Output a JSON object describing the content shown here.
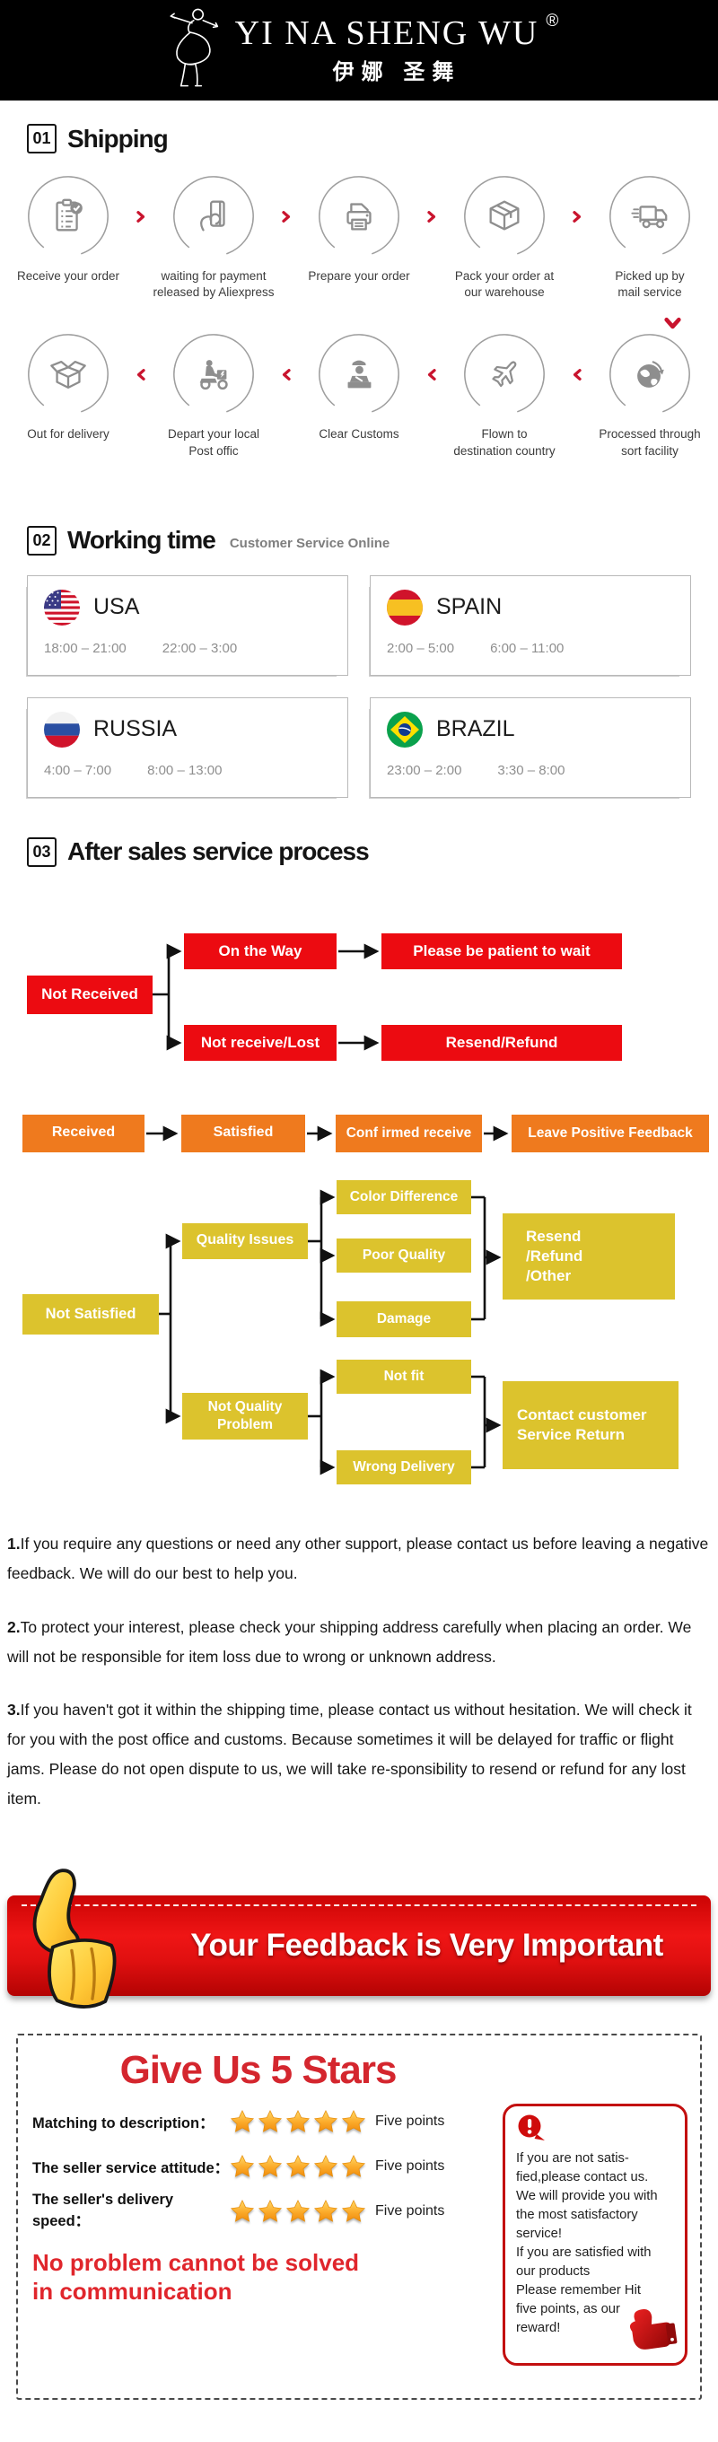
{
  "brand": {
    "name": "YI NA SHENG WU",
    "reg": "®",
    "cn": "伊娜 圣舞"
  },
  "shipping": {
    "num": "01",
    "title": "Shipping",
    "row1": [
      {
        "label": "Receive your order",
        "icon": "order-checklist-icon"
      },
      {
        "label": "waiting for payment\nreleased by Aliexpress",
        "icon": "payment-card-icon"
      },
      {
        "label": "Prepare your order",
        "icon": "printer-icon"
      },
      {
        "label": "Pack your order at\nour warehouse",
        "icon": "package-box-icon"
      },
      {
        "label": "Picked up by\nmail service",
        "icon": "delivery-truck-icon"
      }
    ],
    "row2": [
      {
        "label": "Out  for delivery",
        "icon": "open-box-icon"
      },
      {
        "label": "Depart your local\nPost offic",
        "icon": "courier-scooter-icon"
      },
      {
        "label": "Clear Customs",
        "icon": "customs-officer-icon"
      },
      {
        "label": "Flown to\ndestination country",
        "icon": "airplane-icon"
      },
      {
        "label": "Processed through\nsort facility",
        "icon": "globe-icon"
      }
    ]
  },
  "working": {
    "num": "02",
    "title": "Working time",
    "subtitle": "Customer Service Online",
    "cards": [
      {
        "country": "USA",
        "flag": "usa-flag",
        "time1": "18:00 – 21:00",
        "time2": "22:00 – 3:00"
      },
      {
        "country": "SPAIN",
        "flag": "spain-flag",
        "time1": "2:00 – 5:00",
        "time2": "6:00 – 11:00"
      },
      {
        "country": "RUSSIA",
        "flag": "russia-flag",
        "time1": "4:00 – 7:00",
        "time2": "8:00 – 13:00"
      },
      {
        "country": "BRAZIL",
        "flag": "brazil-flag",
        "time1": "23:00 – 2:00",
        "time2": "3:30 – 8:00"
      }
    ]
  },
  "aftersales": {
    "num": "03",
    "title": "After sales service process",
    "red": {
      "not_received": "Not Received",
      "on_the_way": "On the Way",
      "patient": "Please be patient to wait",
      "not_receive_lost": "Not receive/Lost",
      "resend_refund": "Resend/Refund"
    },
    "orange": {
      "received": "Received",
      "satisfied": "Satisfied",
      "confirmed": "Conf irmed receive",
      "leave": "Leave Positive Feedback"
    },
    "yellow": {
      "not_satisfied": "Not Satisfied",
      "quality_issues": "Quality Issues",
      "color_difference": "Color Difference",
      "poor_quality": "Poor Quality",
      "damage": "Damage",
      "resend_other": "Resend\n/Refund\n/Other",
      "not_quality_problem": "Not Quality\nProblem",
      "not_fit": "Not fit",
      "wrong_delivery": "Wrong Delivery",
      "contact_return": "Contact customer\nService Return"
    }
  },
  "paragraphs": [
    {
      "num": "1.",
      "text": "If you require any questions or need any other support, please contact us before leaving a negative feedback. We will do our best to help you."
    },
    {
      "num": "2.",
      "text": "To protect your interest, please check your shipping address carefully when placing an order. We will not be responsible for item loss due to wrong or unknown address."
    },
    {
      "num": "3.",
      "text": "If you haven't got it within the shipping time, please contact us without hesitation. We will check it for you with the post office and customs. Because sometimes it will be delayed for traffic or flight jams. Please do not open dispute to us, we will take re-sponsibility to resend or refund for any lost item."
    }
  ],
  "banner": {
    "text": "Your Feedback is Very Important"
  },
  "feedback": {
    "title": "Give Us 5 Stars",
    "rows": [
      {
        "label": "Matching to description：",
        "stars": 5,
        "points": "Five points"
      },
      {
        "label": "The seller service attitude：",
        "stars": 5,
        "points": "Five points"
      },
      {
        "label": "The seller's delivery speed：",
        "stars": 5,
        "points": "Five points"
      }
    ],
    "note": "No problem cannot be solved\nin communication",
    "infobox": "If you are not satis-\nfied,please contact us.\nWe will provide you with\nthe most satisfactory\nservice!\nIf you are satisfied with\nour products\nPlease remember Hit\nfive points, as our\nreward!"
  },
  "colors": {
    "flow_red": "#ec0b11",
    "flow_orange": "#ef7a1e",
    "flow_yellow": "#dcc32d",
    "chevron_red": "#c9142e",
    "banner_red": "#d90f0f",
    "title_red": "#d4262e",
    "star_gold": "#fbab2a",
    "header_bg": "#000000"
  }
}
